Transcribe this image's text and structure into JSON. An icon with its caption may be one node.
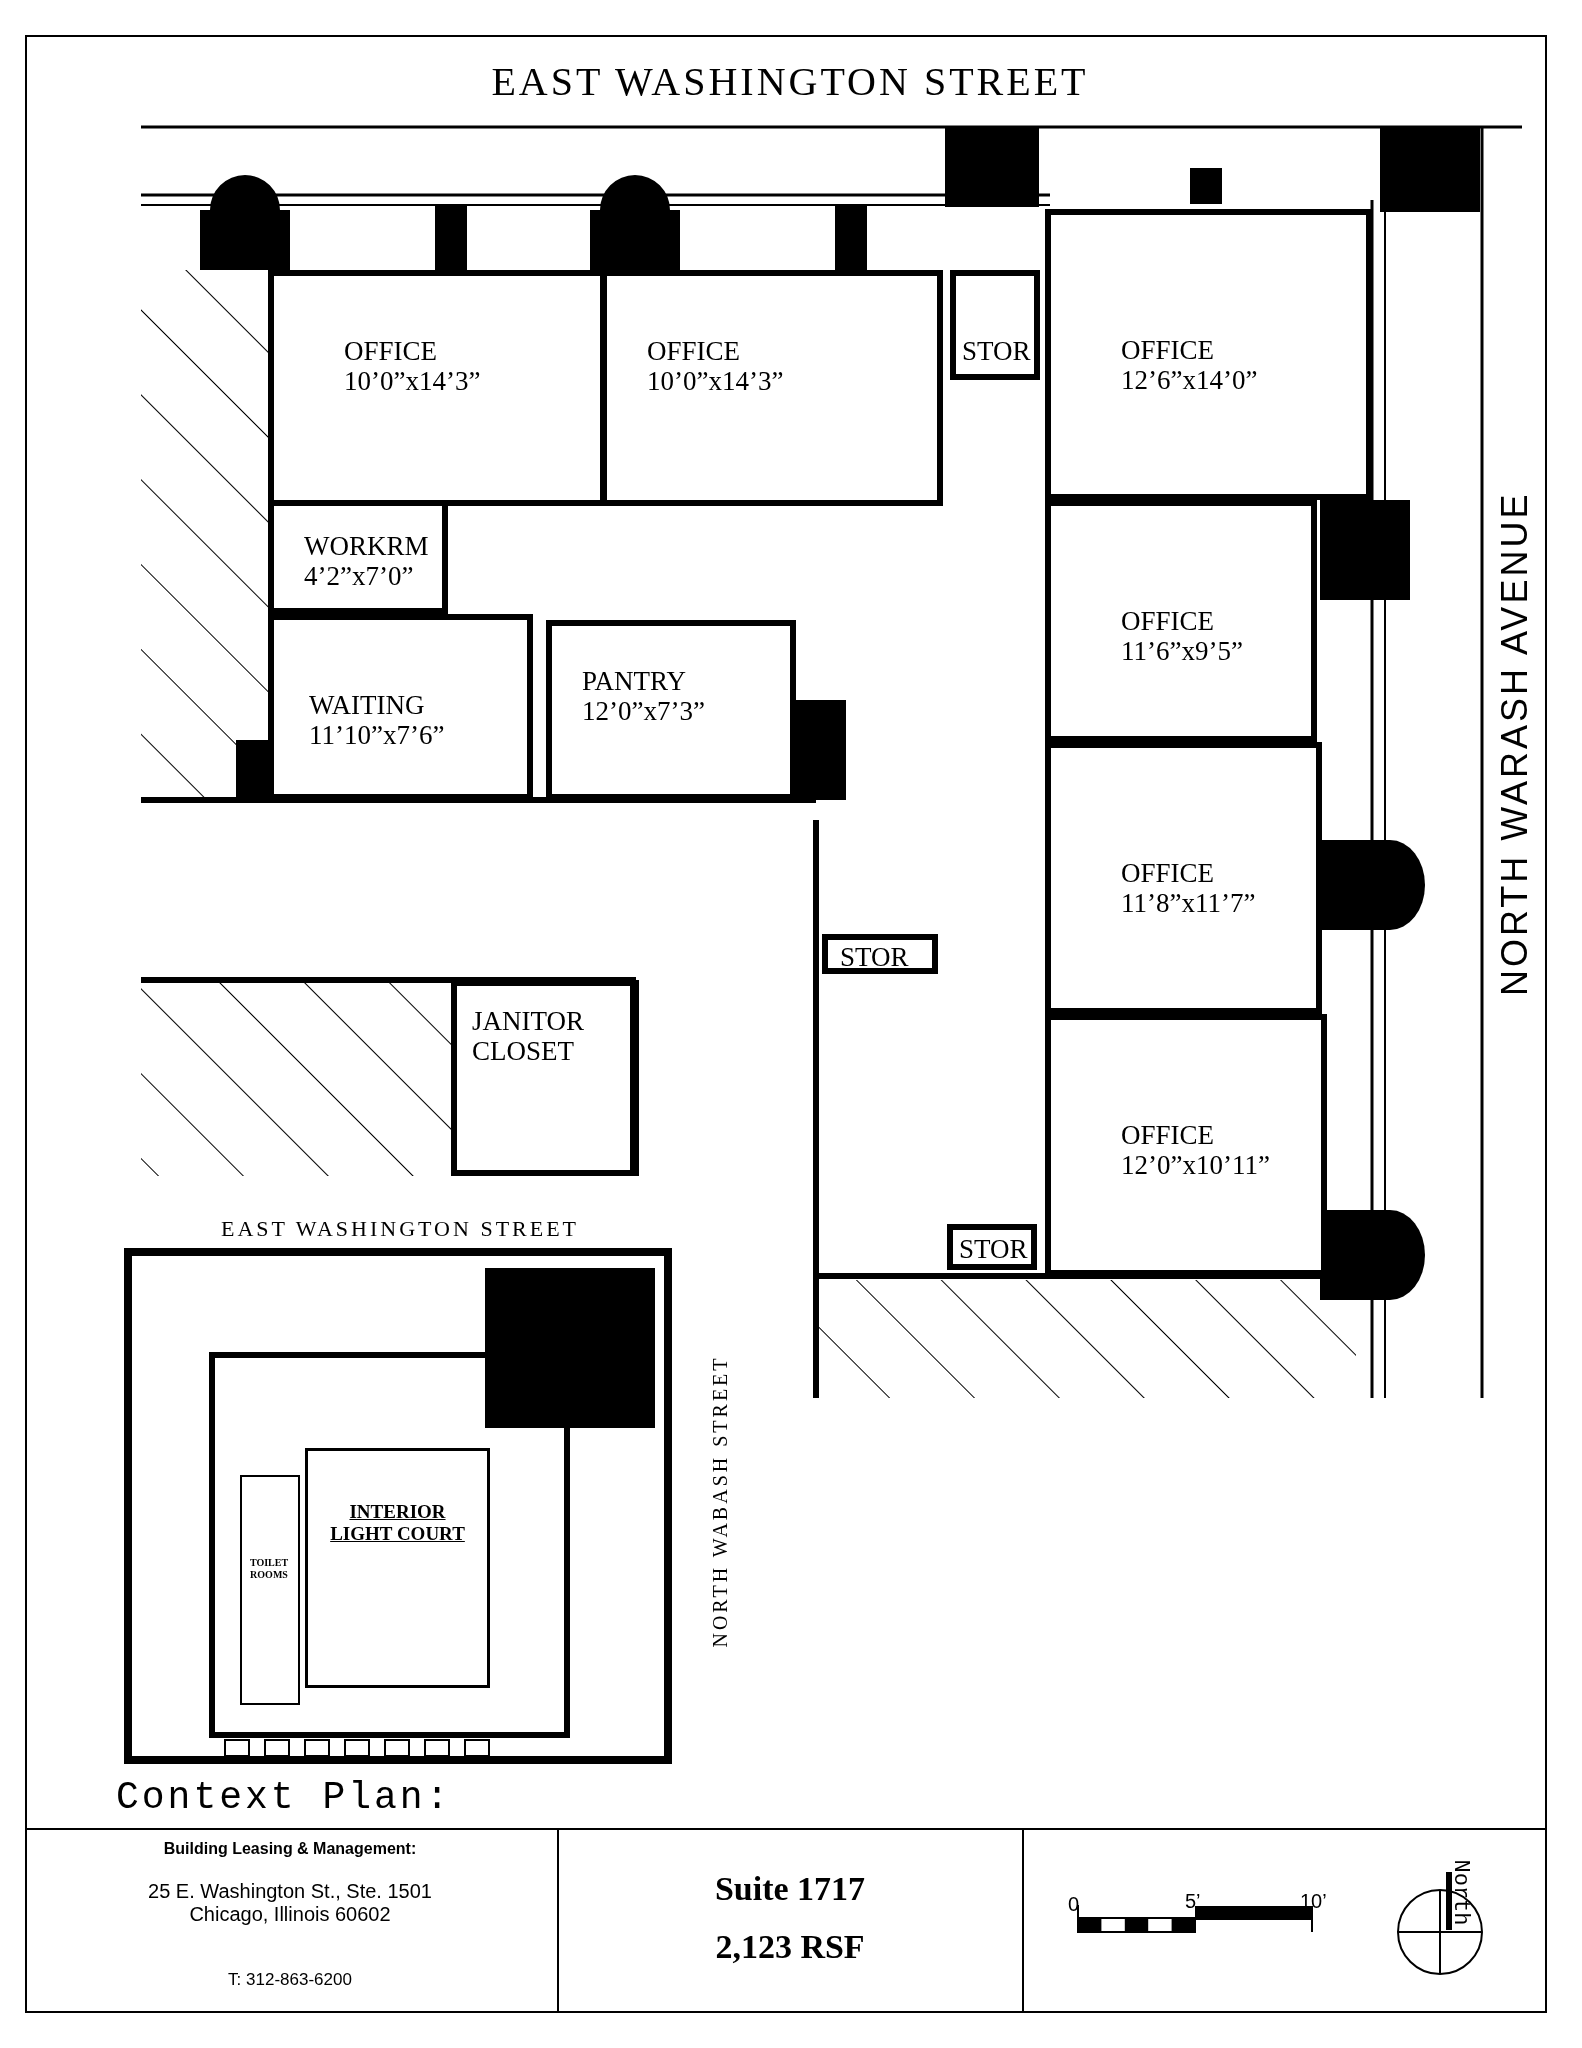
{
  "diagram": {
    "nodes": [
      {
        "text": [
          "OFFICE",
          "10’0”x14’3”"
        ]
      },
      {
        "text": [
          "OFFICE",
          "10’0”x14’3”"
        ]
      },
      {
        "text": [
          "STOR"
        ]
      },
      {
        "text": [
          "OFFICE",
          "12’6”x14’0”"
        ]
      },
      {
        "text": [
          "WORKRM",
          "4’2”x7’0”"
        ]
      },
      {
        "text": [
          "WAITING",
          "11’10”x7’6”"
        ]
      },
      {
        "text": [
          "PANTRY",
          "12’0”x7’3”"
        ]
      },
      {
        "text": [
          "OFFICE",
          "11’6”x9’5”"
        ]
      },
      {
        "text": [
          "STOR"
        ]
      },
      {
        "text": [
          "OFFICE",
          "11’8”x11’7”"
        ]
      },
      {
        "text": [
          "JANITOR CLOSET"
        ]
      },
      {
        "text": [
          "STOR"
        ]
      },
      {
        "text": [
          "OFFICE",
          "12’0”x10’11”"
        ]
      },
      {
        "text": [
          "INTERIOR LIGHT COURT"
        ]
      },
      {
        "text": [
          "TOILET ROOMS"
        ]
      }
    ],
    "labels": [
      "EAST WASHINGTON STREET",
      "NORTH WARASH AVENUE",
      "EAST WASHINGTON STREET",
      "NORTH WABASH STREET",
      "Context Plan:",
      "Building Leasing & Management:",
      "25 E. Washington St., Ste. 1501 Chicago, Illinois 60602",
      "T: 312-863-6200",
      "Suite 1717",
      "2,123 RSF",
      "0",
      "5’",
      "10’",
      "North"
    ]
  }
}
